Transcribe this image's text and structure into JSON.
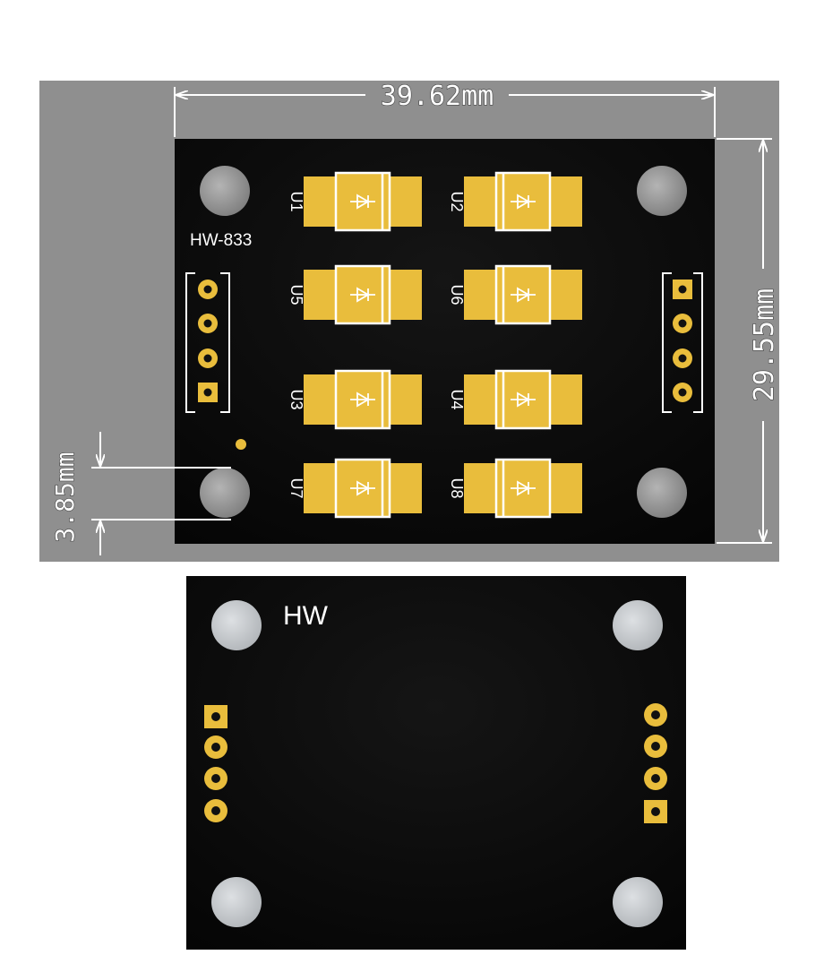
{
  "top_view": {
    "dimensions": {
      "width": "39.62mm",
      "height": "29.55mm",
      "hole_offset": "3.85mm"
    },
    "board_label": "HW-833",
    "components": [
      {
        "ref": "U1"
      },
      {
        "ref": "U2"
      },
      {
        "ref": "U5"
      },
      {
        "ref": "U6"
      },
      {
        "ref": "U3"
      },
      {
        "ref": "U4"
      },
      {
        "ref": "U7"
      },
      {
        "ref": "U8"
      }
    ]
  },
  "bottom_view": {
    "board_label": "HW"
  },
  "colors": {
    "background_top": "#8f8f8f",
    "pcb": "#0b0b0b",
    "copper_gold": "#e9bd3c",
    "hole": "#8a8a8a",
    "bottom_hole": "#c3c6c9",
    "silkscreen": "#ffffff"
  }
}
